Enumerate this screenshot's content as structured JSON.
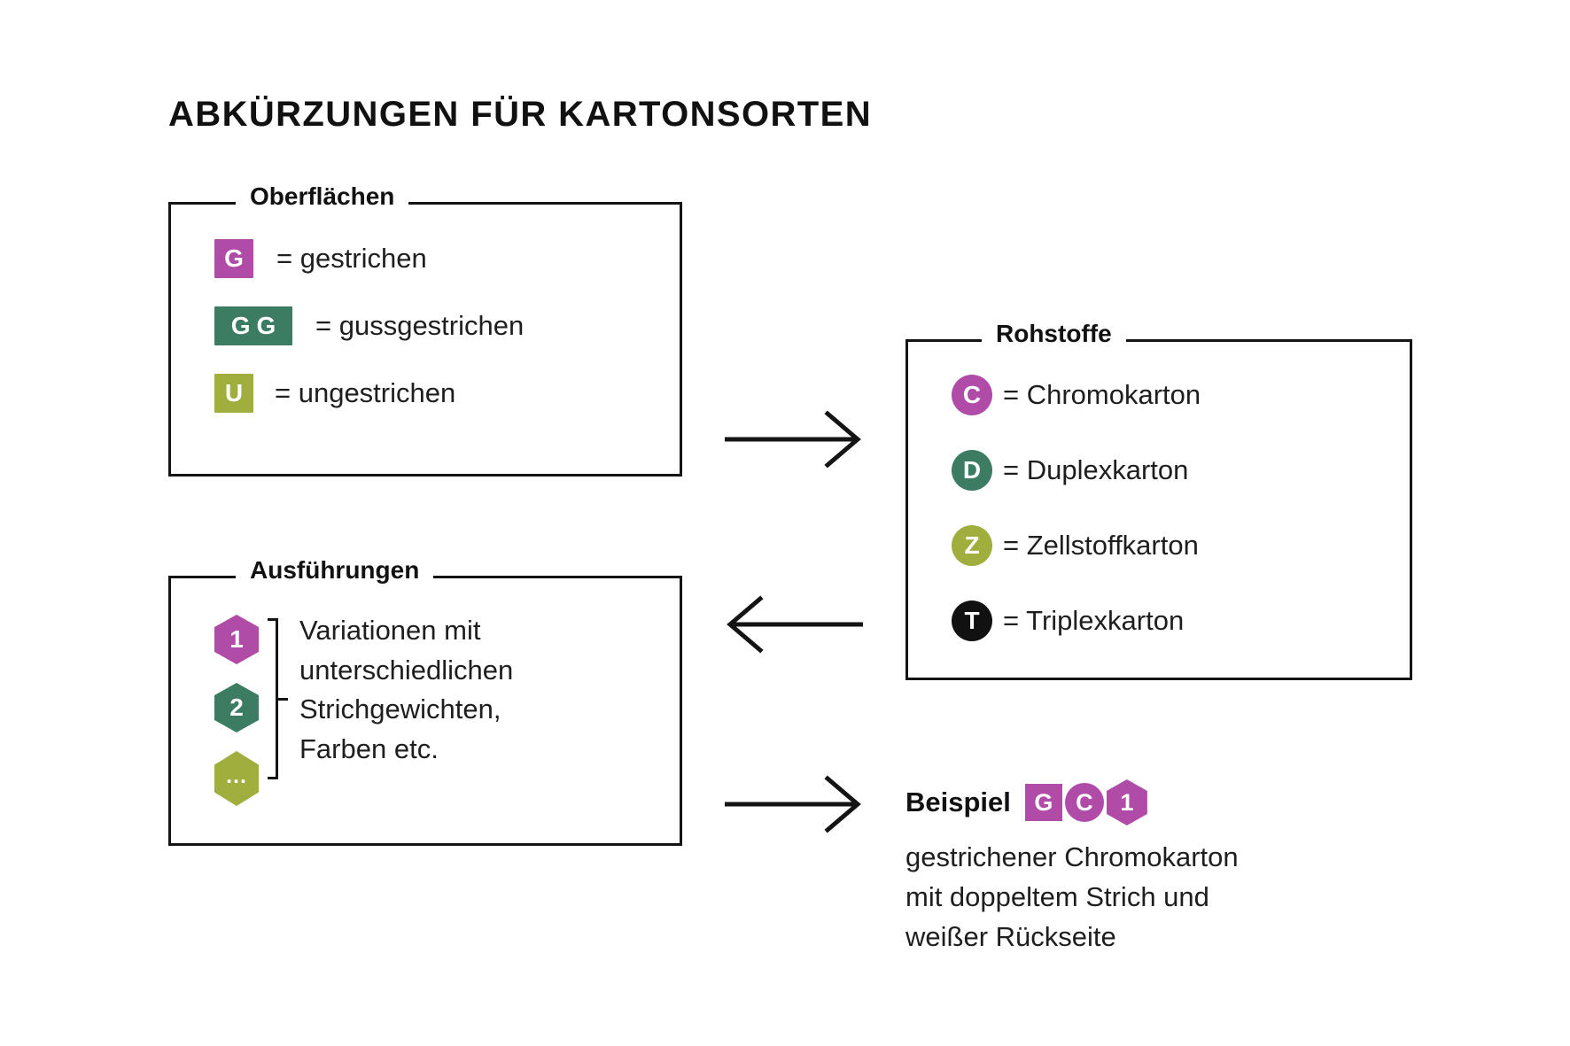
{
  "title": "ABKÜRZUNGEN FÜR KARTONSORTEN",
  "colors": {
    "magenta": "#B04CA8",
    "teal": "#3B7C63",
    "olive": "#9FAE3C",
    "black": "#111111",
    "line": "#141414",
    "text": "#1e1e1e"
  },
  "panels": {
    "surfaces": {
      "legend": "Oberflächen",
      "rows": [
        {
          "badge": "G",
          "shape": "square",
          "color": "magenta",
          "text": "= gestrichen"
        },
        {
          "badge": "GG",
          "shape": "square-wide",
          "color": "teal",
          "text": "= gussgestrichen"
        },
        {
          "badge": "U",
          "shape": "square",
          "color": "olive",
          "text": "= ungestrichen"
        }
      ]
    },
    "versions": {
      "legend": "Ausführungen",
      "badges": [
        {
          "badge": "1",
          "shape": "hex",
          "color": "magenta"
        },
        {
          "badge": "2",
          "shape": "hex",
          "color": "teal"
        },
        {
          "badge": "...",
          "shape": "hex",
          "color": "olive"
        }
      ],
      "description_lines": [
        "Variationen mit",
        "unterschiedlichen",
        "Strichgewichten,",
        "Farben etc."
      ]
    },
    "materials": {
      "legend": "Rohstoffe",
      "rows": [
        {
          "badge": "C",
          "shape": "circle",
          "color": "magenta",
          "text": "= Chromokarton"
        },
        {
          "badge": "D",
          "shape": "circle",
          "color": "teal",
          "text": "= Duplexkarton"
        },
        {
          "badge": "Z",
          "shape": "circle",
          "color": "olive",
          "text": "= Zellstoffkarton"
        },
        {
          "badge": "T",
          "shape": "circle",
          "color": "black",
          "text": "= Triplexkarton"
        }
      ]
    }
  },
  "example": {
    "label": "Beispiel",
    "badges": [
      {
        "badge": "G",
        "shape": "square",
        "color": "magenta"
      },
      {
        "badge": "C",
        "shape": "circle",
        "color": "magenta"
      },
      {
        "badge": "1",
        "shape": "hex",
        "color": "magenta"
      }
    ],
    "description_lines": [
      "gestrichener Chromokarton",
      "mit doppeltem Strich und",
      "weißer Rückseite"
    ]
  },
  "arrows": [
    {
      "name": "surfaces-to-materials",
      "direction": "right"
    },
    {
      "name": "materials-to-versions",
      "direction": "left"
    },
    {
      "name": "versions-to-example",
      "direction": "right"
    }
  ]
}
